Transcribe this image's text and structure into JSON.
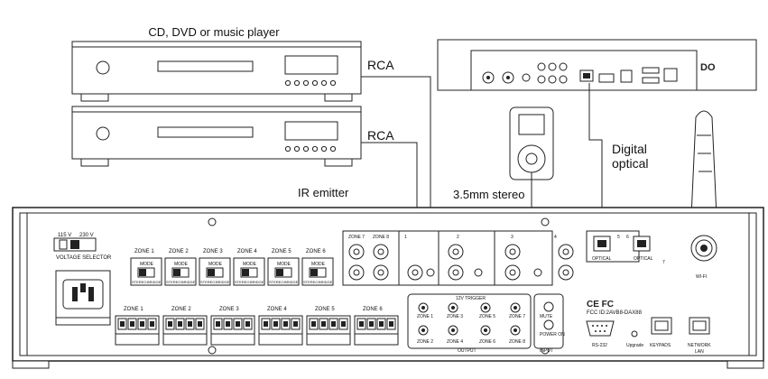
{
  "source_devices": {
    "title": "CD, DVD or music player",
    "rca_label_1": "RCA",
    "rca_label_2": "RCA"
  },
  "streamer": {
    "logo": "DO"
  },
  "annotations": {
    "digital_line1": "Digital",
    "digital_line2": "optical",
    "ir_emitter": "IR emitter",
    "stereo_35": "3.5mm stereo"
  },
  "amplifier": {
    "voltage_115": "115 V",
    "voltage_230": "230 V",
    "voltage_selector": "VOLTAGE SELECTOR",
    "mode_zones": [
      "ZONE 1",
      "ZONE 2",
      "ZONE 3",
      "ZONE 4",
      "ZONE 5",
      "ZONE 6"
    ],
    "mode_label": "MODE",
    "stereo_label": "STEREO",
    "bridge_label": "BRIDGE",
    "speaker_zones": [
      "ZONE 1",
      "ZONE 2",
      "ZONE 3",
      "ZONE 4",
      "ZONE 5",
      "ZONE 6"
    ],
    "output_zone_top": [
      "ZONE 7",
      "ZONE 8"
    ],
    "output_label": "OUTPUT",
    "input_label": "INPUT",
    "input_numbers": [
      "1",
      "2",
      "3",
      "4",
      "5",
      "6",
      "7"
    ],
    "optical_label": "OPTICAL",
    "antenna_label": "WI-FI",
    "trigger_title": "12V TRIGGER",
    "trigger_top": [
      "ZONE 1",
      "ZONE 3",
      "ZONE 5",
      "ZONE 7"
    ],
    "trigger_bottom": [
      "ZONE 2",
      "ZONE 4",
      "ZONE 6",
      "ZONE 8"
    ],
    "mute_label": "MUTE",
    "power_on": "POWER ON",
    "cert": "CE FC",
    "fcc": "FCC ID:2AVB8-DAX88",
    "rs232": "RS-232",
    "upgrade": "Upgrade",
    "keypads": "KEYPADS",
    "network": "NETWORK",
    "lan": "LAN"
  }
}
